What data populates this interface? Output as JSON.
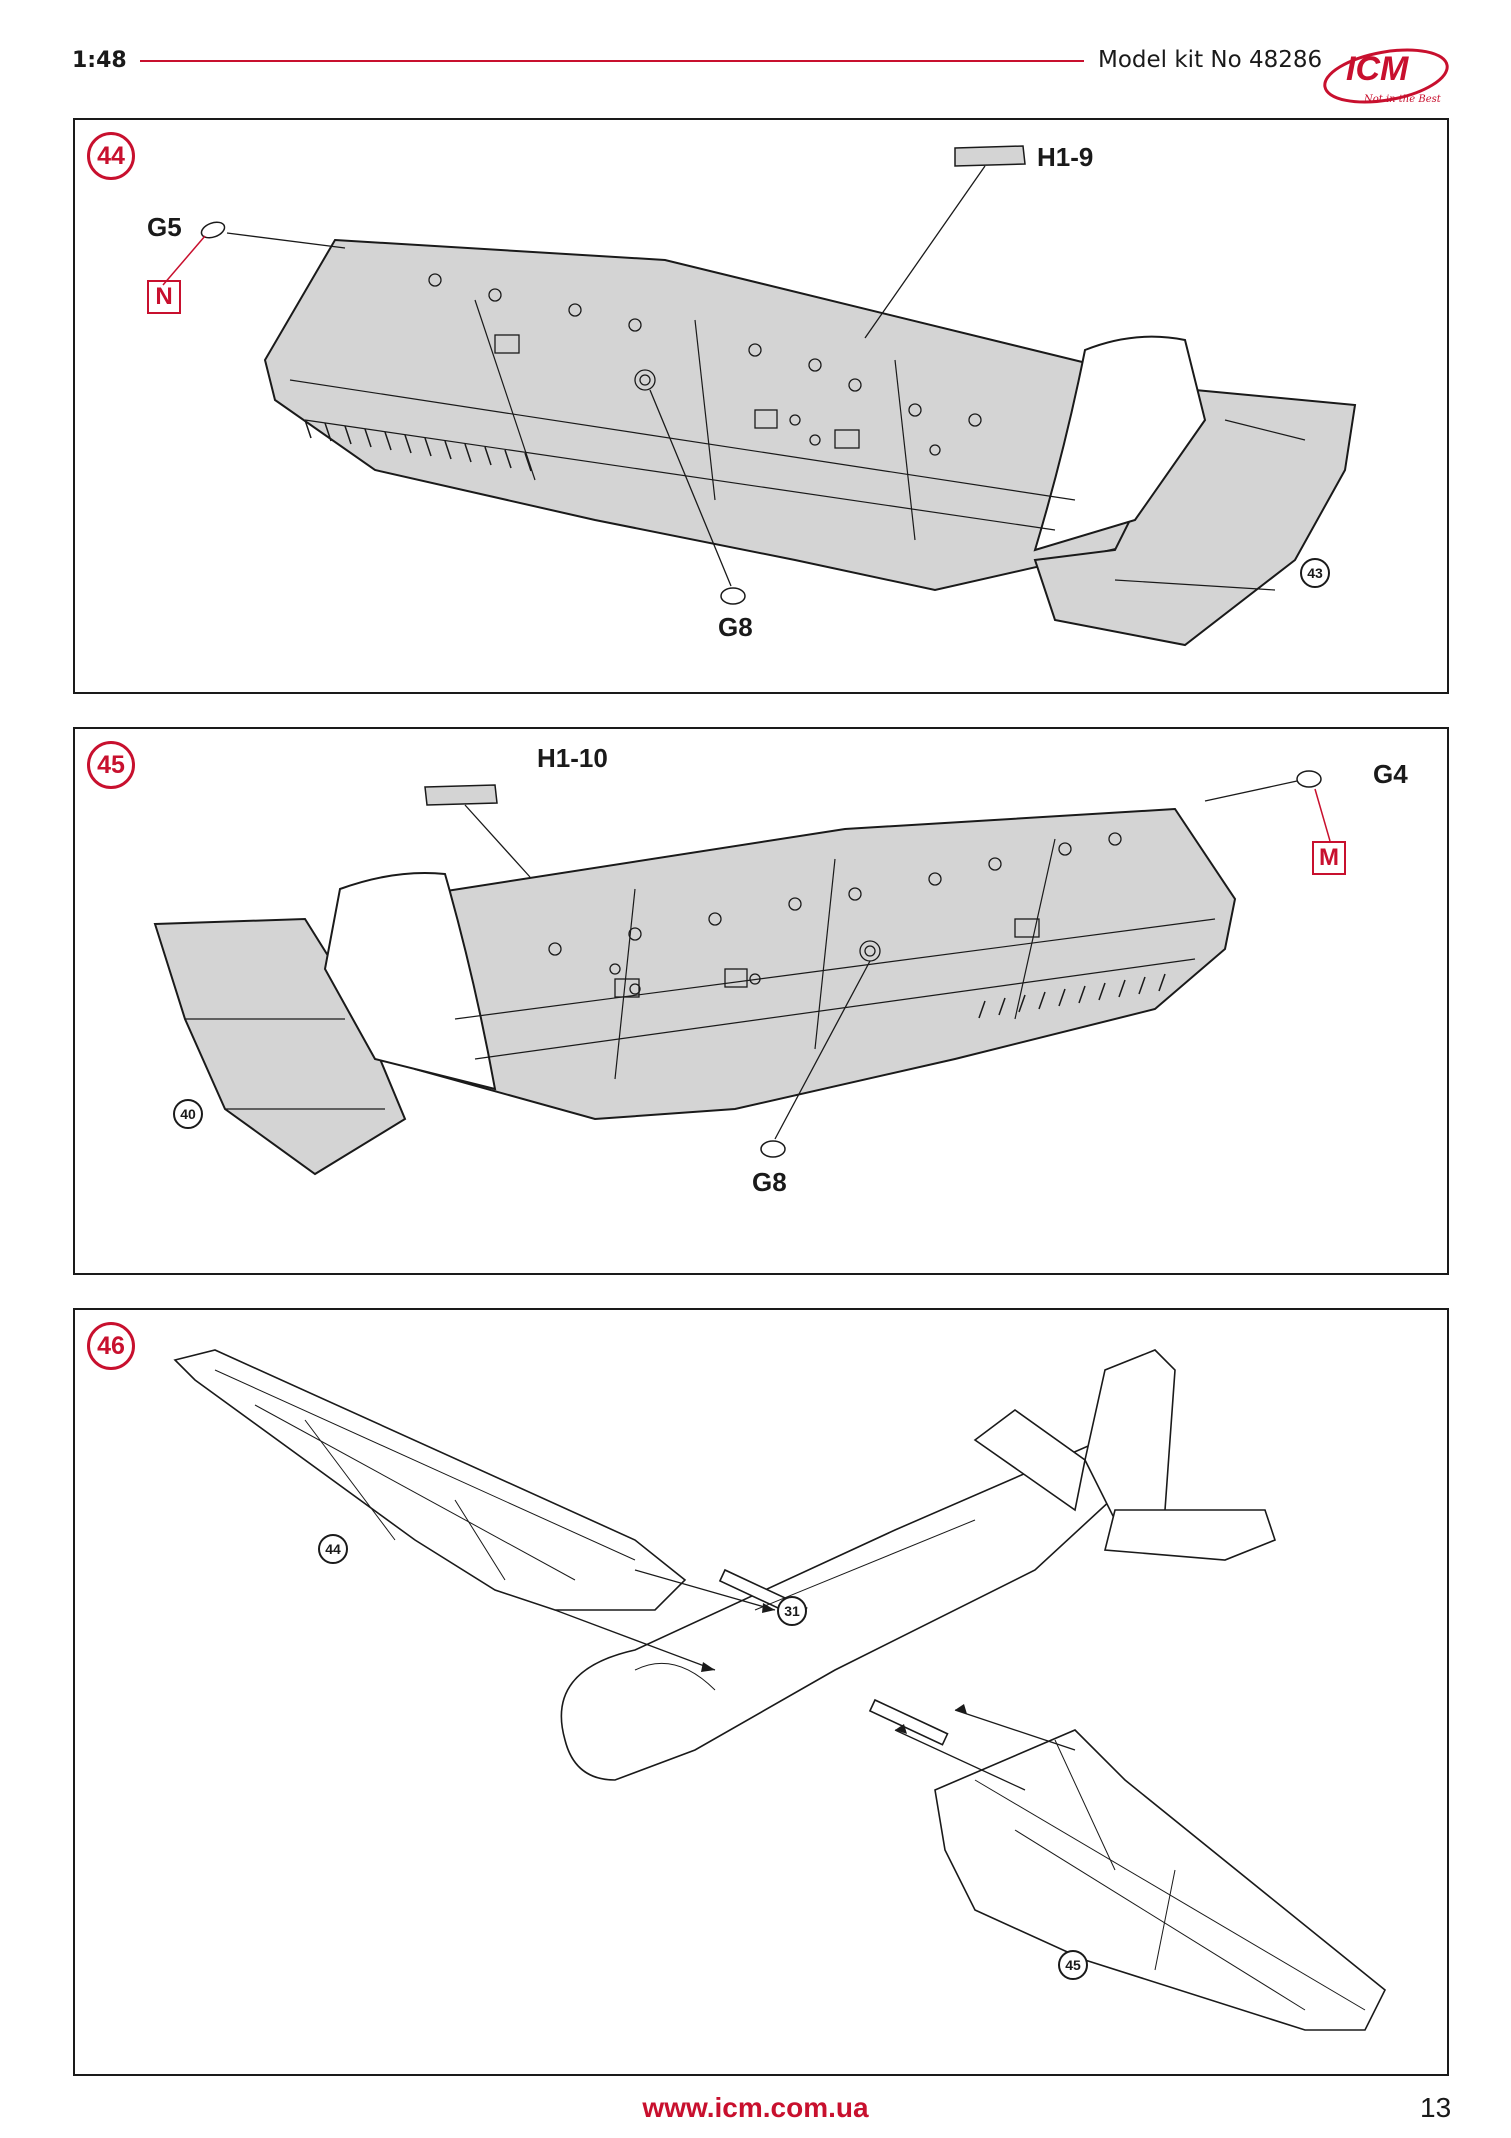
{
  "header": {
    "scale": "1:48",
    "kit_number": "Model kit No 48286",
    "logo_text": "ICM",
    "logo_tagline": "Not in the Best"
  },
  "steps": [
    {
      "number": "44",
      "parts": [
        "H1-9",
        "G5",
        "G8"
      ],
      "paint_code": "N",
      "reference": "43"
    },
    {
      "number": "45",
      "parts": [
        "H1-10",
        "G4",
        "G8"
      ],
      "paint_code": "M",
      "reference": "40"
    },
    {
      "number": "46",
      "references": [
        "44",
        "31",
        "45"
      ]
    }
  ],
  "footer": {
    "url": "www.icm.com.ua",
    "page_number": "13"
  },
  "colors": {
    "accent": "#c8102e",
    "part_fill": "#d4d4d4",
    "line": "#1a1a1a"
  }
}
